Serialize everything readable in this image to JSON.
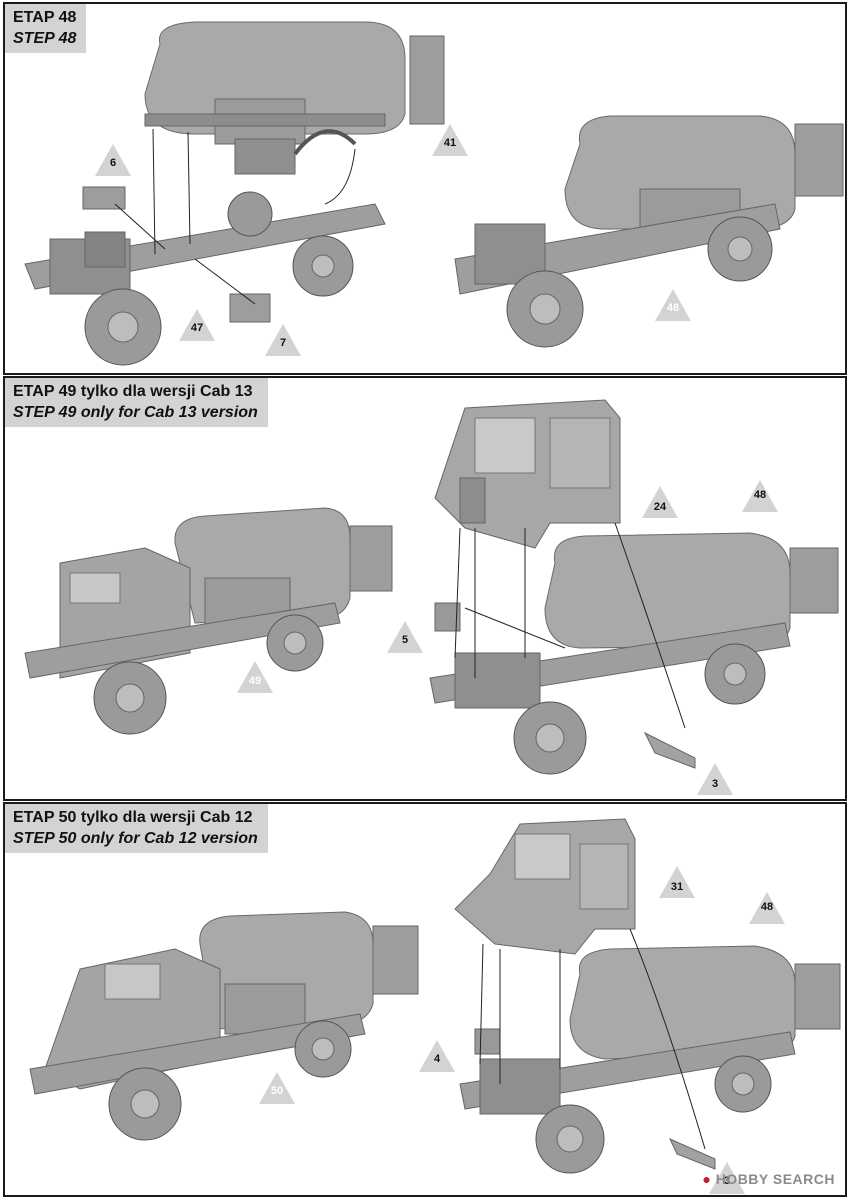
{
  "steps": [
    {
      "title": "ETAP 48",
      "subtitle": "STEP 48",
      "callouts": [
        {
          "n": "6"
        },
        {
          "n": "41"
        },
        {
          "n": "47"
        },
        {
          "n": "7"
        },
        {
          "n": "48"
        }
      ]
    },
    {
      "title": "ETAP 49 tylko dla wersji Cab 13",
      "subtitle": "STEP 49 only for Cab 13 version",
      "callouts": [
        {
          "n": "24"
        },
        {
          "n": "48"
        },
        {
          "n": "5"
        },
        {
          "n": "49"
        },
        {
          "n": "3"
        }
      ]
    },
    {
      "title": "ETAP 50 tylko dla wersji Cab 12",
      "subtitle": "STEP 50 only for Cab 12 version",
      "callouts": [
        {
          "n": "31"
        },
        {
          "n": "48"
        },
        {
          "n": "4"
        },
        {
          "n": "50"
        },
        {
          "n": "3"
        }
      ]
    }
  ],
  "watermark": {
    "brand": "HOBBY SEARCH"
  },
  "colors": {
    "model": "#a7a7a7",
    "model_dark": "#7c7c7c",
    "header_bg": "#d3d3d3",
    "border": "#1a1a1a"
  }
}
